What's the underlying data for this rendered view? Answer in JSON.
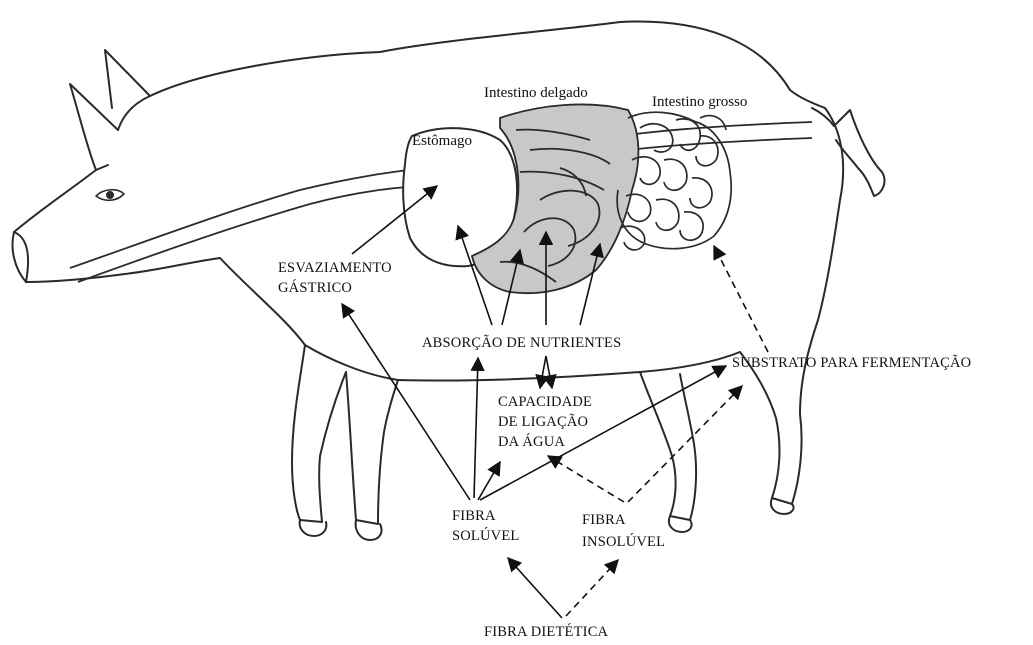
{
  "organs": {
    "stomach": "Estômago",
    "small_intestine": "Intestino delgado",
    "large_intestine": "Intestino grosso"
  },
  "effects": {
    "gastric_emptying_line1": "ESVAZIAMENTO",
    "gastric_emptying_line2": "GÁSTRICO",
    "nutrient_absorption": "ABSORÇÃO DE NUTRIENTES",
    "fermentation_substrate": "SUBSTRATO PARA FERMENTAÇÃO",
    "water_binding_line1": "CAPACIDADE",
    "water_binding_line2": "DE LIGAÇÃO",
    "water_binding_line3": "DA ÁGUA"
  },
  "fibers": {
    "soluble_line1": "FIBRA",
    "soluble_line2": "SOLÚVEL",
    "insoluble_line1": "FIBRA",
    "insoluble_line2": "INSOLÚVEL",
    "dietary": "FIBRA DIETÉTICA"
  }
}
